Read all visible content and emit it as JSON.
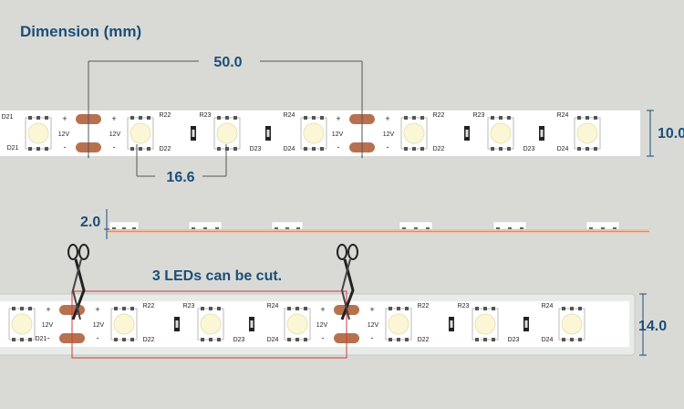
{
  "title": "Dimension (mm)",
  "dimensions": {
    "pitch": "50.0",
    "led_spacing": "16.6",
    "width_bare": "10.0",
    "height": "2.0",
    "width_coated": "14.0"
  },
  "cut_note": "3 LEDs can be cut.",
  "labels": {
    "d21": "D21",
    "d22": "D22",
    "d23": "D23",
    "d24": "D24",
    "r22": "R22",
    "r23": "R23",
    "r24": "R24",
    "v12": "12V",
    "plus": "+",
    "minus": "-"
  },
  "colors": {
    "title": "#1b4e78",
    "strip": "#ffffff",
    "pad": "#b8714e",
    "led_glow": "#fbf7d6",
    "red_line": "#d23b3b",
    "coating": "#e9ebe8"
  },
  "icons": [
    "scissors-icon",
    "dimension-arrow-icon"
  ]
}
